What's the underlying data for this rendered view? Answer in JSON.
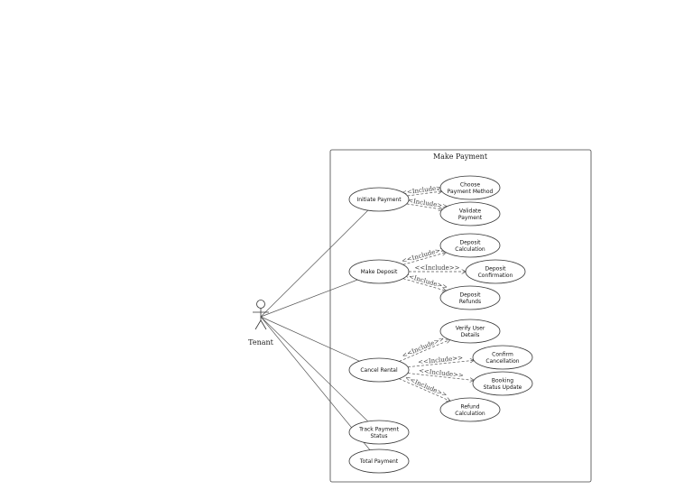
{
  "system": {
    "title": "Make Payment"
  },
  "actor": {
    "name": "Tenant"
  },
  "stereotype": "<<Include>>",
  "use_cases": [
    {
      "id": "uc-initiate-payment",
      "lines": [
        "Initiate Payment"
      ]
    },
    {
      "id": "uc-make-deposit",
      "lines": [
        "Make Deposit"
      ]
    },
    {
      "id": "uc-cancel-rental",
      "lines": [
        "Cancel Rental"
      ]
    },
    {
      "id": "uc-track-payment-status",
      "lines": [
        "Track Payment",
        "Status"
      ]
    },
    {
      "id": "uc-total-payment",
      "lines": [
        "Total Payment"
      ]
    },
    {
      "id": "uc-choose-payment-method",
      "lines": [
        "Choose",
        "Payment Method"
      ]
    },
    {
      "id": "uc-validate-payment",
      "lines": [
        "Validate",
        "Payment"
      ]
    },
    {
      "id": "uc-deposit-calculation",
      "lines": [
        "Deposit",
        "Calculation"
      ]
    },
    {
      "id": "uc-deposit-confirmation",
      "lines": [
        "Deposit",
        "Confirmation"
      ]
    },
    {
      "id": "uc-deposit-refunds",
      "lines": [
        "Deposit",
        "Refunds"
      ]
    },
    {
      "id": "uc-verify-user-details",
      "lines": [
        "Verify User",
        "Details"
      ]
    },
    {
      "id": "uc-confirm-cancellation",
      "lines": [
        "Confirm",
        "Cancellation"
      ]
    },
    {
      "id": "uc-booking-status-update",
      "lines": [
        "Booking",
        "Status Update"
      ]
    },
    {
      "id": "uc-refund-calculation",
      "lines": [
        "Refund",
        "Calculation"
      ]
    }
  ],
  "associations": [
    "uc-initiate-payment",
    "uc-make-deposit",
    "uc-cancel-rental",
    "uc-track-payment-status",
    "uc-total-payment"
  ],
  "includes": [
    {
      "from": "uc-initiate-payment",
      "to": "uc-choose-payment-method"
    },
    {
      "from": "uc-initiate-payment",
      "to": "uc-validate-payment"
    },
    {
      "from": "uc-make-deposit",
      "to": "uc-deposit-calculation"
    },
    {
      "from": "uc-make-deposit",
      "to": "uc-deposit-confirmation"
    },
    {
      "from": "uc-make-deposit",
      "to": "uc-deposit-refunds"
    },
    {
      "from": "uc-cancel-rental",
      "to": "uc-verify-user-details"
    },
    {
      "from": "uc-cancel-rental",
      "to": "uc-confirm-cancellation"
    },
    {
      "from": "uc-cancel-rental",
      "to": "uc-booking-status-update"
    },
    {
      "from": "uc-cancel-rental",
      "to": "uc-refund-calculation"
    }
  ]
}
